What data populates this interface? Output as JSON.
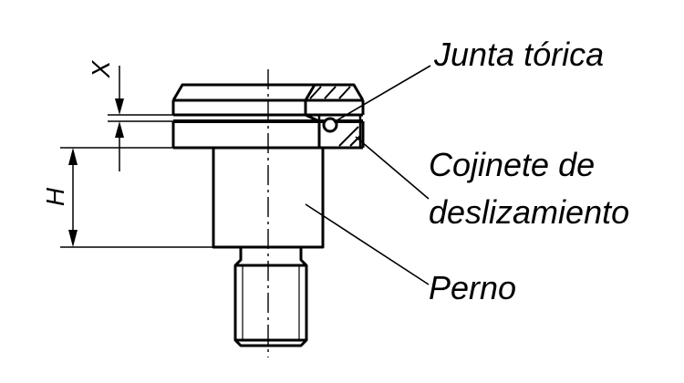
{
  "labels": {
    "o_ring": "Junta tórica",
    "bearing_line1": "Cojinete de",
    "bearing_line2": "deslizamiento",
    "pin": "Perno"
  },
  "dimensions": {
    "x": "X",
    "h": "H"
  },
  "colors": {
    "ink": "#000000",
    "background": "#ffffff"
  }
}
